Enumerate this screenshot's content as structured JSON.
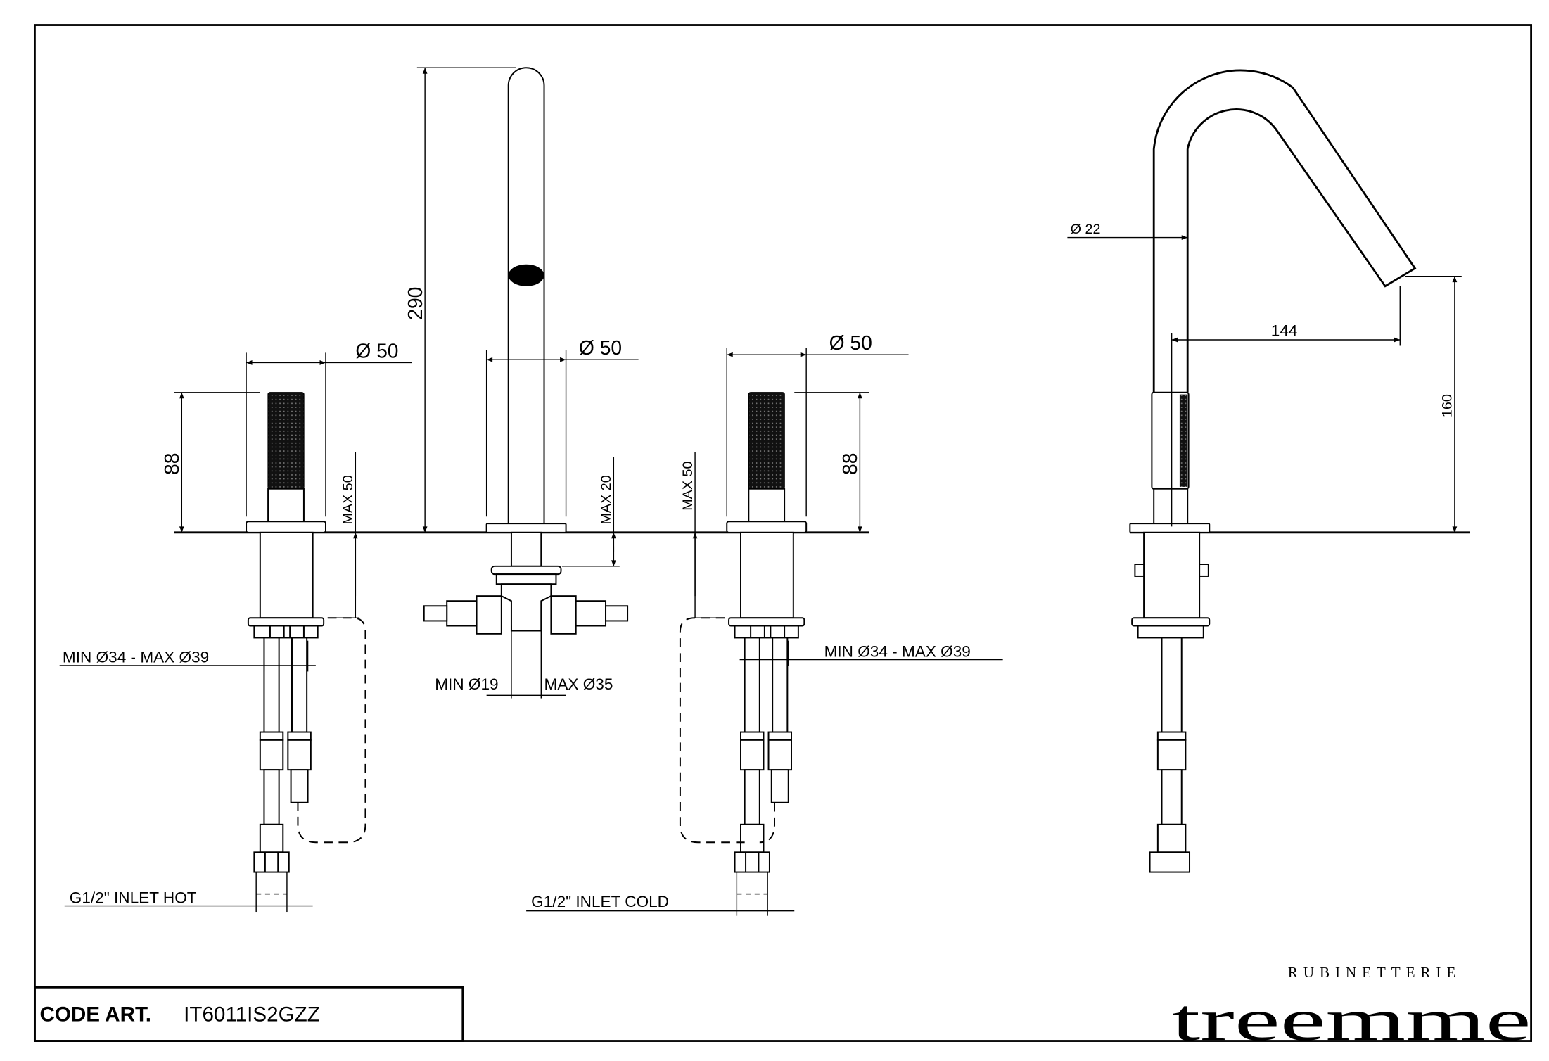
{
  "title_block": {
    "code_label": "CODE ART.",
    "code_value": "IT6011IS2GZZ"
  },
  "logo": {
    "subtitle": "RUBINETTERIE",
    "brand": "treemme"
  },
  "front_view": {
    "left_handle": {
      "diameter": "Ø  50",
      "height": "88",
      "max_thickness": "MAX 50",
      "hole": "MIN Ø34 - MAX Ø39",
      "inlet": "G1/2\" INLET HOT"
    },
    "spout": {
      "height": "290",
      "diameter": "Ø  50",
      "max_thickness": "MAX 20",
      "hole_min": "MIN Ø19",
      "hole_max": "MAX Ø35"
    },
    "right_handle": {
      "diameter": "Ø  50",
      "height": "88",
      "max_thickness": "MAX 50",
      "hole": "MIN Ø34 - MAX Ø39",
      "inlet": "G1/2\" INLET COLD"
    }
  },
  "side_view": {
    "tube_diameter": "Ø 22",
    "reach": "144",
    "spout_height": "160"
  }
}
